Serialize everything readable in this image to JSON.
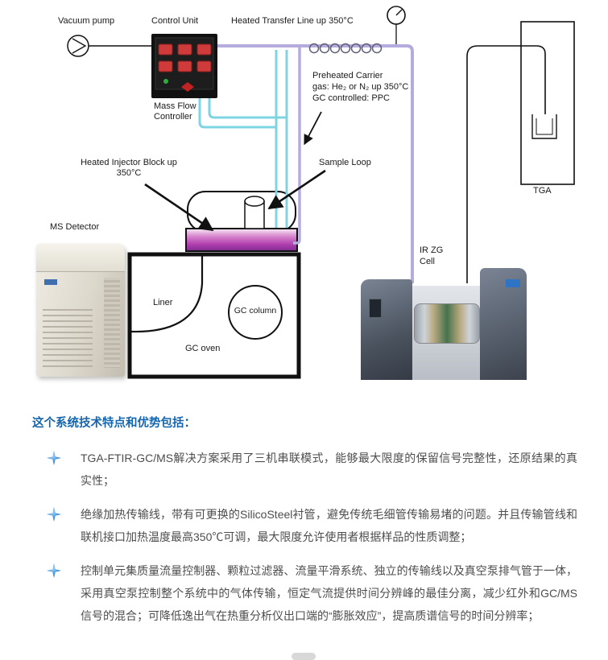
{
  "page": {
    "title": "这个系统技术特点和优势包括：",
    "bullets": [
      "TGA-FTIR-GC/MS解决方案采用了三机串联模式，能够最大限度的保留信号完整性，还原结果的真实性；",
      "绝缘加热传输线，带有可更换的SilicoSteel衬管，避免传统毛细管传输易堵的问题。并且传输管线和联机接口加热温度最高350℃可调，最大限度允许使用者根据样品的性质调整；",
      "控制单元集质量流量控制器、颗粒过滤器、流量平滑系统、独立的传输线以及真空泵排气管于一体，采用真空泵控制整个系统中的气体传输，恒定气流提供时间分辨峰的最佳分离，减少红外和GC/MS信号的混合；可降低逸出气在热重分析仪出口端的“膨胀效应”，提高质谱信号的时间分辨率；"
    ]
  },
  "diagram": {
    "labels": {
      "vacuum_pump": "Vacuum pump",
      "control_unit": "Control Unit",
      "heated_transfer_line": "Heated Transfer Line up 350°C",
      "mass_flow_controller": "Mass Flow Controller",
      "preheated_carrier": [
        "Preheated Carrier",
        "gas: He₂ or N₂ up 350°C",
        "GC controlled: PPC"
      ],
      "heated_injector_block": "Heated Injector Block up 350°C",
      "sample_loop": "Sample Loop",
      "ms_detector": "MS Detector",
      "liner": "Liner",
      "gc_column": "GC column",
      "gc_oven": "GC oven",
      "ir_cell": "IR ZG Cell",
      "tga": "TGA"
    },
    "colors": {
      "transfer_line": "#b5abdd",
      "carrier_gas_line": "#7fd4e4",
      "injector_block_magenta": "#b13fae",
      "accent_blue": "#1565ad"
    }
  }
}
